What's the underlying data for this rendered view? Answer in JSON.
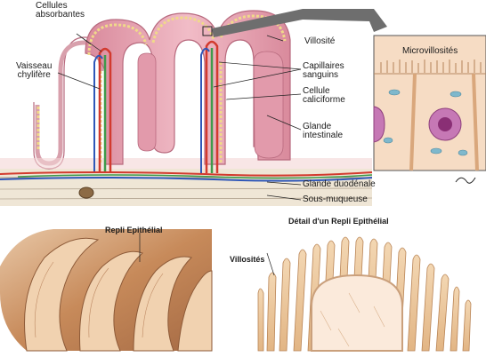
{
  "labels": {
    "cellules_absorbantes_1": "Cellules",
    "cellules_absorbantes_2": "absorbantes",
    "vaisseau_chylifere_1": "Vaisseau",
    "vaisseau_chylifere_2": "chylifère",
    "villosite": "Villosité",
    "capillaires_sanguins_1": "Capillaires",
    "capillaires_sanguins_2": "sanguins",
    "cellule_caliciforme_1": "Cellule",
    "cellule_caliciforme_2": "caliciforme",
    "glande_intestinale_1": "Glande",
    "glande_intestinale_2": "intestinale",
    "glande_duodenale": "Glande duodénale",
    "sous_muqueuse": "Sous-muqueuse",
    "microvillosites": "Microvillosités",
    "repli_epithelial": "Repli Epithélial",
    "detail_repli": "Détail d'un Repli Epithélial",
    "villosites": "Villosités"
  },
  "colors": {
    "villus_pink": "#e7a7b3",
    "villus_edge": "#b86a7e",
    "artery_red": "#d23a2e",
    "vein_blue": "#2f57b8",
    "lymph_green": "#3f9a4a",
    "submucosa": "#efe6d6",
    "fold_tan": "#c98c5e",
    "detail_tan": "#e8c59a",
    "nucleus_purple": "#a3468e",
    "cell_peach": "#f6dcc4"
  }
}
